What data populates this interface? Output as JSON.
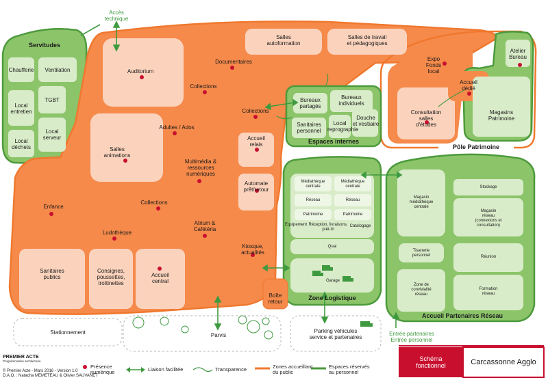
{
  "orange_zone": {
    "labels": {
      "auditorium": "Auditorium",
      "documentaires": "Documentaires",
      "collections_top": "Collections",
      "collections_mid": "Collections",
      "collections_low": "Collections",
      "adultes_ados": "Adultes / Ados",
      "salles_animations": "Salles\nanimations",
      "multimedia": "Multimédia &\nressources\nnumériques",
      "accueil_relais": "Accueil\nrelais",
      "automate": "Automate\nprêt/retour",
      "enfance": "Enfance",
      "ludotheque": "Ludothèque",
      "atrium": "Atrium &\nCafétéria",
      "kiosque": "Kiosque,\nactualités",
      "sanitaires_publics": "Sanitaires\npublics",
      "consignes": "Consignes,\npoussettes,\ntrottinettes",
      "accueil_central": "Accueil\ncentral",
      "boite_retour": "Boîte\nretour",
      "salles_autoformation": "Salles\nautoformation",
      "salles_travail": "Salles de travail\net pédagogiques"
    }
  },
  "servitudes": {
    "title": "Servitudes",
    "items": [
      "Chaufferie",
      "Ventilation",
      "Local\nentretien",
      "TGBT",
      "Local\ndéchets",
      "Local\nserveur"
    ]
  },
  "acces_technique": "Accès\ntechnique",
  "espaces_internes": {
    "title": "Espaces internes",
    "items": [
      "Bureaux\npartagés",
      "Bureaux\nindividuels",
      "Sanitaires\npersonnel",
      "Local\nreprographie",
      "Douche\net vestiaire"
    ]
  },
  "pole_patrimoine": {
    "title": "Pôle Patrimoine",
    "items": [
      "Expo\nFonds\nlocal",
      "Consultation\nsalles\nd'études",
      "Accueil\ndédié",
      "Atelier\nBureau",
      "Magasins\nPatrimoine"
    ]
  },
  "zone_logistique": {
    "title": "Zone Logistique",
    "items": [
      "Médiathèque\ncentrale",
      "Médiathèque\ncentrale",
      "Réseau",
      "Réseau",
      "Patrimoine",
      "Patrimoine",
      "Equipement",
      "Réception, livraisons,\nprêt-tri",
      "Catalogage",
      "Quai",
      "Garage"
    ]
  },
  "accueil_partenaires": {
    "title": "Accueil Partenaires Réseau",
    "items": [
      "Magasin\nmédiathèque\ncentrale",
      "Stockage",
      "Magasin\nréseau\n(connexions et\nconsultation)",
      "Tisanerie\npersonnel",
      "Réunion",
      "Zone de\nconvivialité\nréseau",
      "Formation\nréseau"
    ],
    "entrance": "Entrée partenaires\nEntrée personnel"
  },
  "exterior": {
    "stationnement": "Stationnement",
    "parvis": "Parvis",
    "parking": "Parking véhicules\nservice et partenaires"
  },
  "legend": {
    "presence": "Présence\nnumérique",
    "liaison": "Liaison facilitée",
    "transparence": "Transparence",
    "zones_public": "Zones accueillant\ndu public",
    "espaces_personnel": "Espaces réservés\nau personnel"
  },
  "credits": {
    "brand": "PREMIER ACTE",
    "brand_sub": "Programmation architecture",
    "line1": "© Premier Acte - Mars 2016 - Version 1.0",
    "line2": "D.A.O. : Natacha MEMETEAU & Olivier SAUVANET"
  },
  "title_block": {
    "left": "Schéma\nfonctionnel",
    "right": "Carcassonne Agglo"
  },
  "colors": {
    "orange": "#f58a4b",
    "orange_light": "#fbd3bd",
    "orange_border": "#f0782e",
    "green": "#8cc46a",
    "green_light": "#d9ecc9",
    "green_border": "#4c9a3c",
    "red_dot": "#c8102e",
    "title_red": "#c8102e"
  }
}
